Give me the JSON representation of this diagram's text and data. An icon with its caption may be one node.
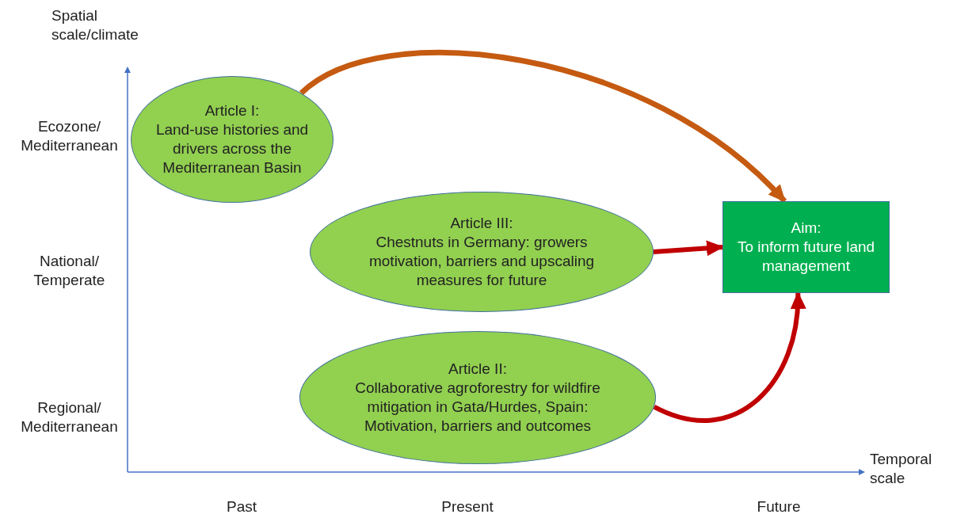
{
  "diagram": {
    "nodes": [
      {
        "text": [
          "Article I:",
          "Land-use histories and drivers across the Mediterranean Basin"
        ]
      },
      {
        "text": [
          "Article III:",
          "Chestnuts in Germany: growers motivation, barriers and upscaling measures for future"
        ]
      },
      {
        "text": [
          "Aim:",
          "To inform future land management"
        ]
      },
      {
        "text": [
          "Article II:",
          "Collaborative agroforestry for wildfire mitigation in Gata/Hurdes, Spain: Motivation, barriers and outcomes"
        ]
      }
    ],
    "edges": [
      {
        "from": 0,
        "to": 2,
        "arrow": "to",
        "color": "#c55a11"
      },
      {
        "from": 1,
        "to": 2,
        "arrow": "to"
      },
      {
        "from": 3,
        "to": 2,
        "arrow": "to"
      }
    ],
    "labels": [
      "Spatial scale/climate",
      "Ecozone/ Mediterranean",
      "National/ Temperate",
      "Regional/ Mediterranean",
      "Temporal scale",
      "Past",
      "Present",
      "Future"
    ]
  }
}
